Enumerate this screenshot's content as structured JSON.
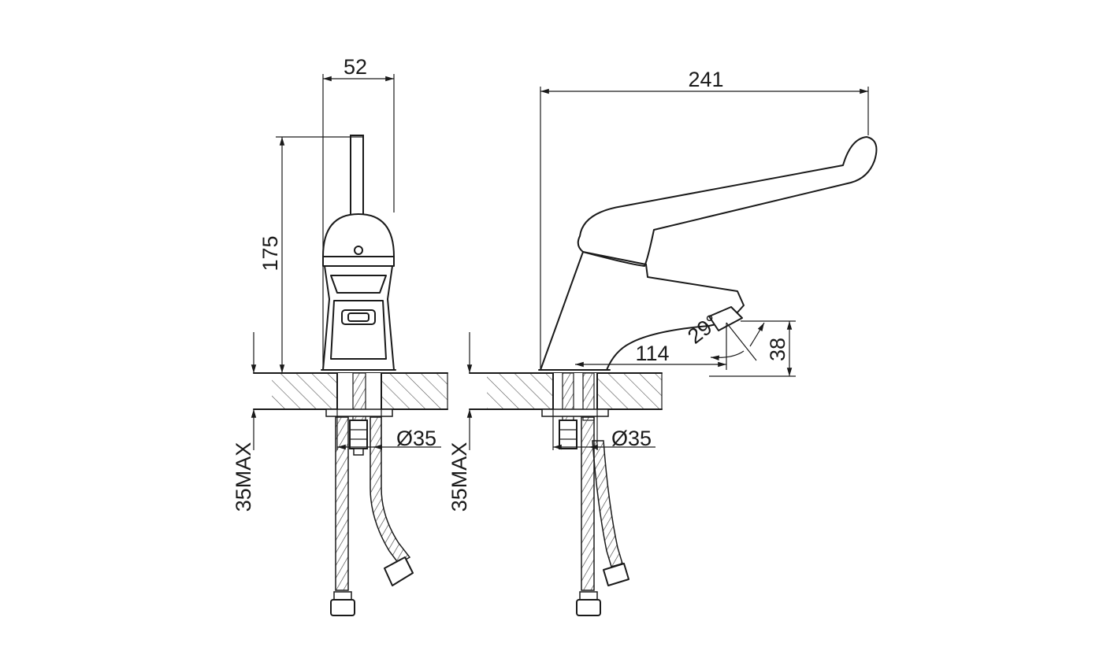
{
  "front_view": {
    "width_label": "52",
    "height_label": "175",
    "hole_label": "Ø35",
    "counter_label": "35MAX"
  },
  "side_view": {
    "length_label": "241",
    "reach_label": "114",
    "angle_label": "29°",
    "spout_height_label": "38",
    "hole_label": "Ø35",
    "counter_label": "35MAX"
  }
}
